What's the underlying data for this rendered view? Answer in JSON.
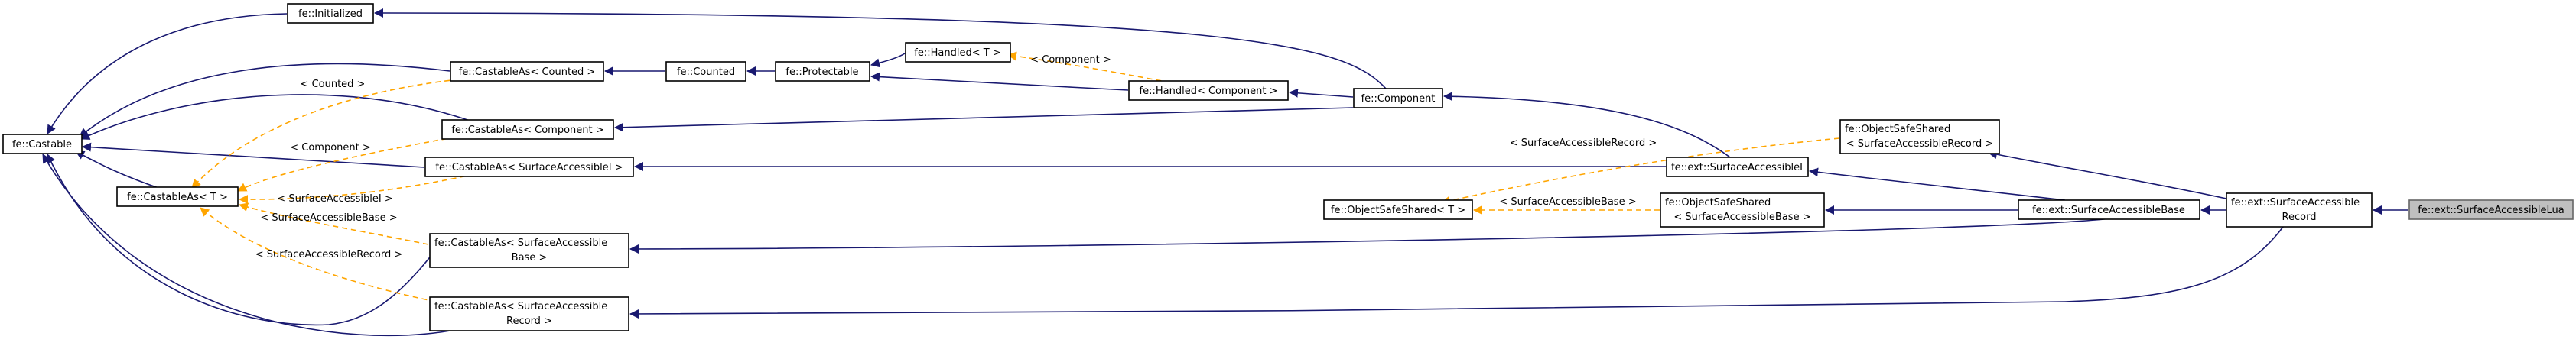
{
  "diagram": {
    "colors": {
      "inheritance_edge": "#191970",
      "template_edge": "#ffa500",
      "highlight_fill": "#bfbfbf"
    },
    "nodes": {
      "initialized": [
        "fe::Initialized"
      ],
      "castable": [
        "fe::Castable"
      ],
      "castableas_counted": [
        "fe::CastableAs< Counted >"
      ],
      "counted": [
        "fe::Counted"
      ],
      "protectable": [
        "fe::Protectable"
      ],
      "handled_t": [
        "fe::Handled< T >"
      ],
      "handled_component": [
        "fe::Handled< Component >"
      ],
      "component": [
        "fe::Component"
      ],
      "castableas_component": [
        "fe::CastableAs< Component >"
      ],
      "castableas_t": [
        "fe::CastableAs< T >"
      ],
      "castableas_surfaceaccessiblei": [
        "fe::CastableAs< SurfaceAccessibleI >"
      ],
      "objectsafeshared_record": [
        "fe::ObjectSafeShared",
        "< SurfaceAccessibleRecord >"
      ],
      "surfaceaccessiblei": [
        "fe::ext::SurfaceAccessibleI"
      ],
      "objectsafeshared_t": [
        "fe::ObjectSafeShared< T >"
      ],
      "objectsafeshared_base": [
        "fe::ObjectSafeShared",
        "< SurfaceAccessibleBase >"
      ],
      "surfaceaccessiblebase": [
        "fe::ext::SurfaceAccessibleBase"
      ],
      "surfaceaccessiblerecord": [
        "fe::ext::SurfaceAccessible",
        "Record"
      ],
      "surfaceaccessiblelua": [
        "fe::ext::SurfaceAccessibleLua"
      ],
      "castableas_base": [
        "fe::CastableAs< SurfaceAccessible",
        "Base >"
      ],
      "castableas_record": [
        "fe::CastableAs< SurfaceAccessible",
        "Record >"
      ]
    },
    "edge_labels": {
      "counted": "< Counted >",
      "component_handled": "< Component >",
      "component_castable": "< Component >",
      "surfaceaccessiblei": "< SurfaceAccessibleI >",
      "base": "< SurfaceAccessibleBase >",
      "record": "< SurfaceAccessibleRecord >",
      "oss_record": "< SurfaceAccessibleRecord >",
      "oss_base": "< SurfaceAccessibleBase >"
    }
  }
}
